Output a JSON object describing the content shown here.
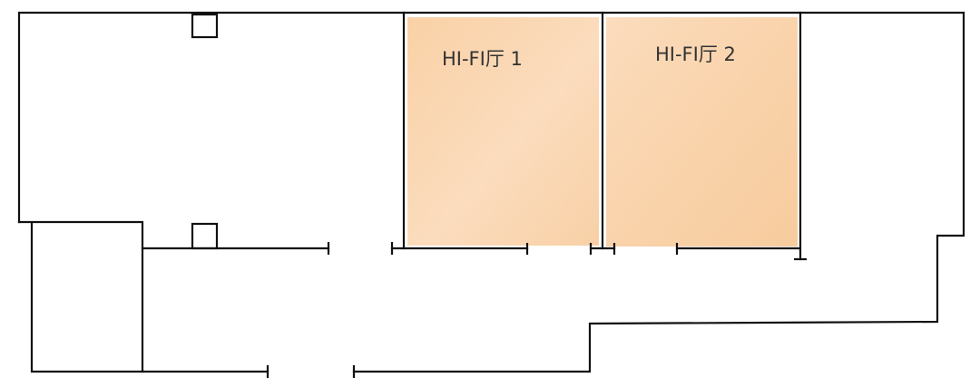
{
  "floorplan": {
    "colors": {
      "wall": "#111111",
      "room_fill": "#fad4ac",
      "label_text": "#333333",
      "background": "#ffffff"
    },
    "rooms": [
      {
        "id": "hifi-1",
        "label": "HI-FI厅 1"
      },
      {
        "id": "hifi-2",
        "label": "HI-FI厅 2"
      }
    ]
  }
}
